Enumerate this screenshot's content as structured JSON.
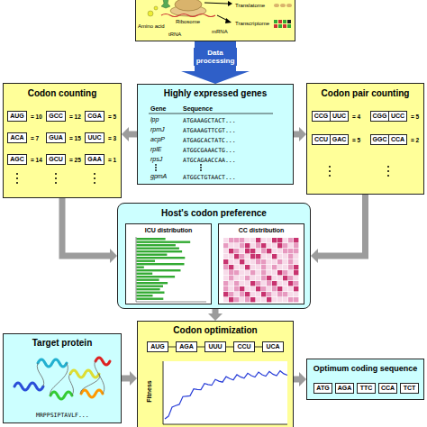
{
  "diagram": {
    "nodes": [
      {
        "text": [
          "Translatome",
          "Transcriptome",
          "Ribosome",
          "mRNA",
          "tRNA",
          "Amino acid"
        ]
      },
      {
        "text": [
          "Codon counting"
        ]
      },
      {
        "text": [
          "AUG",
          "= 10"
        ],
        "in": 1
      },
      {
        "text": [
          "GCC",
          "= 12"
        ],
        "in": 1
      },
      {
        "text": [
          "CGA",
          "= 5"
        ],
        "in": 1
      },
      {
        "text": [
          "ACA",
          "= 7"
        ],
        "in": 1
      },
      {
        "text": [
          "GUA",
          "= 15"
        ],
        "in": 1
      },
      {
        "text": [
          "UUC",
          "= 3"
        ],
        "in": 1
      },
      {
        "text": [
          "AGC",
          "= 14"
        ],
        "in": 1
      },
      {
        "text": [
          "GCU",
          "= 25"
        ],
        "in": 1
      },
      {
        "text": [
          "GAA",
          "= 1"
        ],
        "in": 1
      },
      {
        "text": [
          "Highly expressed genes",
          "Gene",
          "Sequence",
          "lpp",
          "ATGAAAGCTACT...",
          "rpmJ",
          "ATGAAAGTTCGT...",
          "acpP",
          "ATGAGCACTATC...",
          "rplE",
          "ATGGCGAAACTG...",
          "rpsJ",
          "ATGCAGAACCAA...",
          "gpmA",
          "ATGGCTGTAACT..."
        ]
      },
      {
        "text": [
          "Codon pair counting"
        ]
      },
      {
        "text": [
          "CCG"
        ],
        "in": 12
      },
      {
        "text": [
          "UUC",
          "= 4"
        ],
        "in": 12
      },
      {
        "text": [
          "CGG"
        ],
        "in": 12
      },
      {
        "text": [
          "UCC",
          "= 5"
        ],
        "in": 12
      },
      {
        "text": [
          "CCU"
        ],
        "in": 12
      },
      {
        "text": [
          "GAC",
          "= 5"
        ],
        "in": 12
      },
      {
        "text": [
          "GGC"
        ],
        "in": 12
      },
      {
        "text": [
          "CCA",
          "= 2"
        ],
        "in": 12
      },
      {
        "text": [
          "Host's codon preference"
        ]
      },
      {
        "text": [
          "ICU distribution"
        ],
        "in": 21
      },
      {
        "text": [
          "CC distribution"
        ],
        "in": 21
      },
      {
        "text": [
          "Target protein",
          "MRPPSIPTAVLF..."
        ]
      },
      {
        "text": [
          "Codon optimization",
          "Fitness"
        ]
      },
      {
        "text": [
          "AUG"
        ],
        "in": 25
      },
      {
        "text": [
          "AGA"
        ],
        "in": 25
      },
      {
        "text": [
          "UUU"
        ],
        "in": 25
      },
      {
        "text": [
          "CCU"
        ],
        "in": 25
      },
      {
        "text": [
          "UCA"
        ],
        "in": 25
      },
      {
        "text": [
          "Optimum coding sequence"
        ]
      },
      {
        "text": [
          "ATG"
        ],
        "in": 31
      },
      {
        "text": [
          "AGA"
        ],
        "in": 31
      },
      {
        "text": [
          "TTC"
        ],
        "in": 31
      },
      {
        "text": [
          "CCA"
        ],
        "in": 31
      },
      {
        "text": [
          "TCT"
        ],
        "in": 31
      }
    ],
    "edges": [
      {
        "from": 0,
        "to": 11,
        "label": "Data processing",
        "arrow": "to"
      },
      {
        "from": 11,
        "to": 1,
        "arrow": "to"
      },
      {
        "from": 11,
        "to": 12,
        "arrow": "to"
      },
      {
        "from": 1,
        "to": 21,
        "arrow": "to"
      },
      {
        "from": 12,
        "to": 21,
        "arrow": "to"
      },
      {
        "from": 21,
        "to": 25,
        "arrow": "to"
      },
      {
        "from": 24,
        "to": 25,
        "arrow": "to"
      },
      {
        "from": 25,
        "to": 31,
        "arrow": "to"
      }
    ]
  }
}
